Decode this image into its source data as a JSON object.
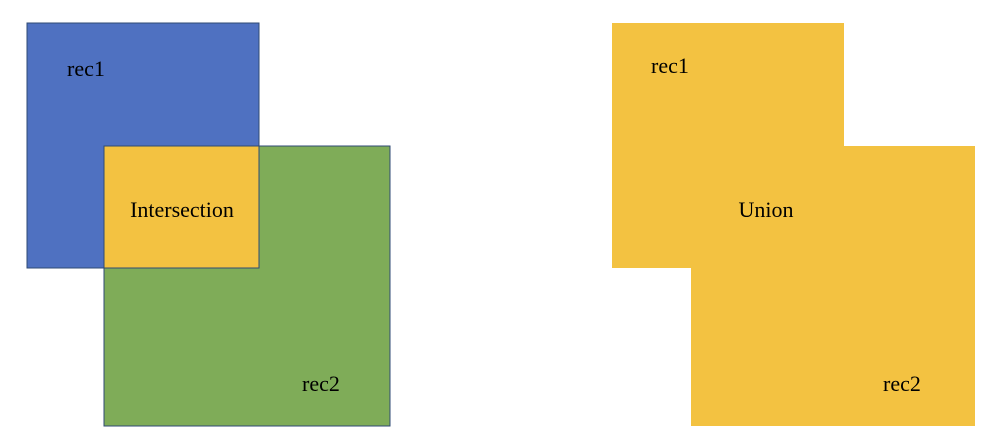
{
  "colors": {
    "rec1": "#4f71c1",
    "rec2": "#7fac58",
    "overlap": "#f3c241",
    "union": "#f3c241",
    "border": "#2f4a74"
  },
  "left_diagram": {
    "rec1_label": "rec1",
    "rec2_label": "rec2",
    "intersection_label": "Intersection"
  },
  "right_diagram": {
    "rec1_label": "rec1",
    "rec2_label": "rec2",
    "union_label": "Union"
  }
}
